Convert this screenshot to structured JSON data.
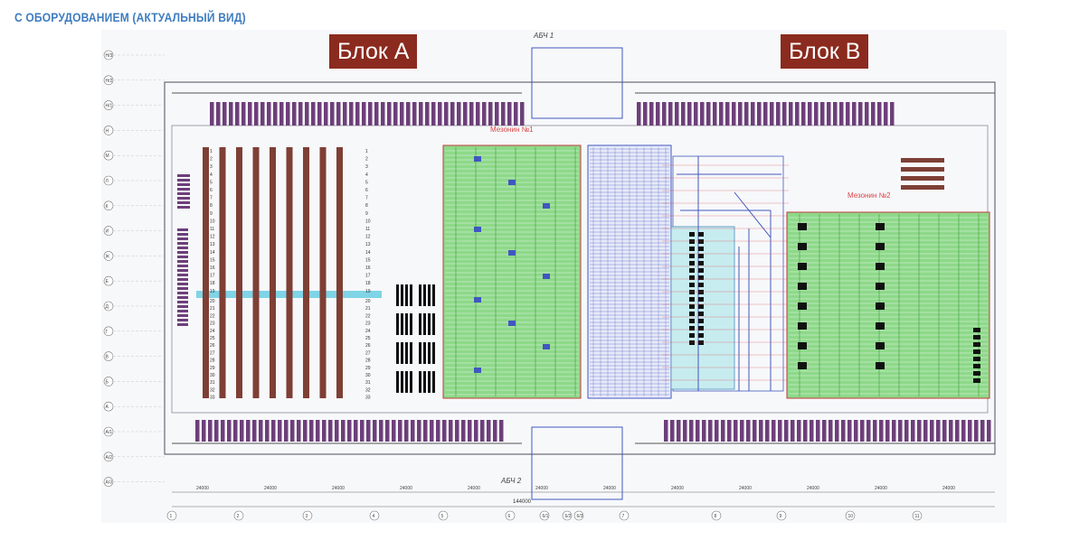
{
  "heading": "С ОБОРУДОВАНИЕМ (АКТУАЛЬНЫЙ ВИД)",
  "blocks": {
    "a_label": "Блок А",
    "b_label": "Блок В"
  },
  "plan": {
    "avch_top": "АБЧ 1",
    "avch_bottom": "АБЧ 2",
    "mezzanine_1": "Мезонин №1",
    "mezzanine_2": "Мезонин №2",
    "axis_numbers": [
      "1",
      "2",
      "3",
      "4",
      "5",
      "6",
      "6/1",
      "6/2",
      "6/3",
      "7",
      "8",
      "9",
      "10",
      "11"
    ],
    "axis_letters": [
      "Н/3",
      "Н/2",
      "Н/1",
      "Н",
      "М",
      "Л",
      "К",
      "И",
      "Ж",
      "Е",
      "Д",
      "Г",
      "В",
      "Б",
      "А",
      "А/1",
      "А/2",
      "А/3"
    ],
    "span_dims": [
      "24000",
      "24000",
      "24000",
      "24000",
      "24000",
      "24000",
      "24000",
      "24000",
      "24000",
      "24000",
      "24000",
      "24000"
    ],
    "total_dim": "144000",
    "rack_numbers_top": [
      "1",
      "2",
      "3",
      "4",
      "5",
      "6",
      "7",
      "8",
      "9",
      "10",
      "11",
      "12",
      "13",
      "14",
      "15",
      "16",
      "17",
      "18",
      "19"
    ],
    "rack_numbers_bottom": [
      "20",
      "21",
      "22",
      "23",
      "24",
      "25",
      "26",
      "27",
      "28",
      "29",
      "30",
      "31",
      "32",
      "33"
    ]
  },
  "colors": {
    "heading": "#3f7dbf",
    "label_bg": "#8b2a1e",
    "label_text": "#ffffff",
    "racks_brown": "#7e3f35",
    "racks_purple": "#6d3f7a",
    "mezzanine_green": "#8ed98a",
    "blue_lines": "#4057c0",
    "red_lines": "#d9464a",
    "cyan_band": "#7fd4e6"
  }
}
